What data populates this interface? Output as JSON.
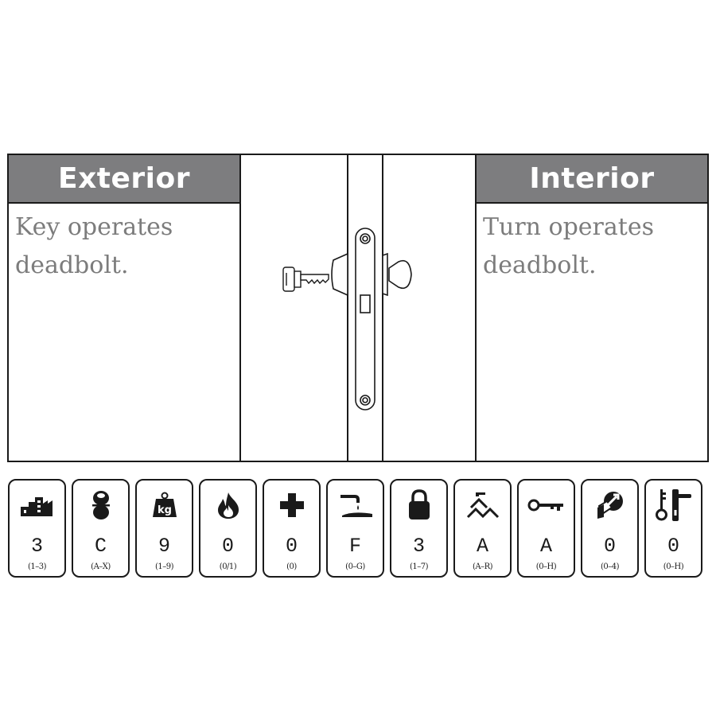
{
  "exterior": {
    "title": "Exterior",
    "description": "Key operates\ndeadbolt."
  },
  "interior": {
    "title": "Interior",
    "description": "Turn operates\ndeadbolt."
  },
  "ratings": [
    {
      "icon": "factory-icon",
      "value": "3",
      "range": "(1–3)"
    },
    {
      "icon": "hourglass-icon",
      "value": "C",
      "range": "(A–X)"
    },
    {
      "icon": "weight-kg-icon",
      "value": "9",
      "range": "(1–9)"
    },
    {
      "icon": "flame-icon",
      "value": "0",
      "range": "(0/1)"
    },
    {
      "icon": "safety-cross-icon",
      "value": "0",
      "range": "(0)"
    },
    {
      "icon": "corrosion-drip-icon",
      "value": "F",
      "range": "(0–G)"
    },
    {
      "icon": "padlock-icon",
      "value": "3",
      "range": "(1–7)"
    },
    {
      "icon": "door-projection-icon",
      "value": "A",
      "range": "(A–R)"
    },
    {
      "icon": "key-icon",
      "value": "A",
      "range": "(0–H)"
    },
    {
      "icon": "attack-resistance-icon",
      "value": "0",
      "range": "(0–4)"
    },
    {
      "icon": "key-and-lever-icon",
      "value": "0",
      "range": "(0–H)"
    }
  ],
  "icon_labels": {
    "weight": "kg"
  },
  "colors": {
    "header_bg": "#7d7d7f",
    "header_text": "#ffffff",
    "body_text": "#7c7c7c",
    "outline": "#1a1a1a"
  }
}
